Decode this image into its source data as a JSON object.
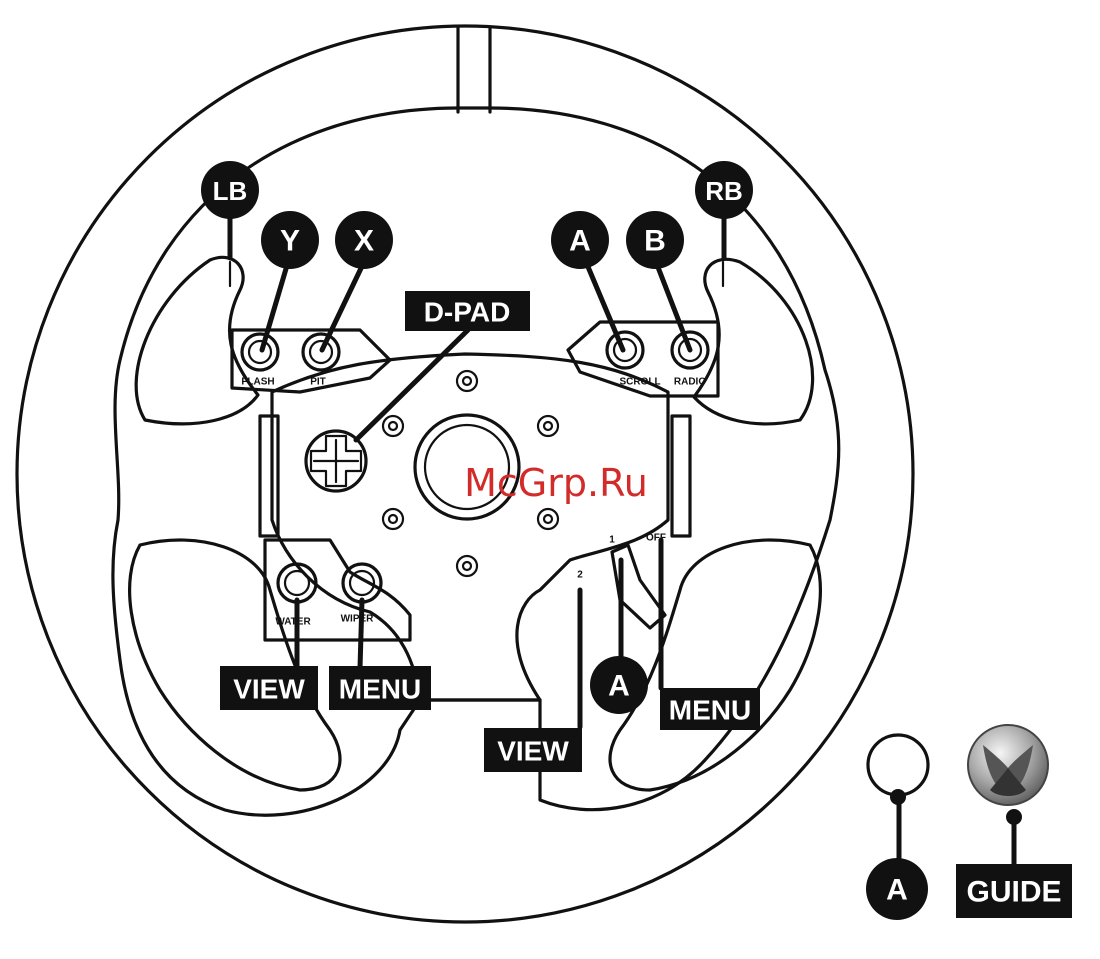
{
  "labels": {
    "lb": "LB",
    "rb": "RB",
    "y": "Y",
    "x": "X",
    "a_top": "A",
    "b": "B",
    "dpad": "D-PAD",
    "view_left": "VIEW",
    "menu_left": "MENU",
    "a_mid": "A",
    "menu_right": "MENU",
    "view_right": "VIEW",
    "a_bottom": "A",
    "guide": "GUIDE"
  },
  "button_captions": {
    "flash": "FLASH",
    "pit": "PIT",
    "scroll": "SCROLL",
    "radio": "RADIO",
    "water": "WATER",
    "wiper": "WIPER",
    "switch_1": "1",
    "switch_2": "2",
    "switch_off": "OFF"
  },
  "watermark": "McGrp.Ru",
  "colors": {
    "ink": "#111111",
    "watermark": "#d32a2a",
    "background": "#ffffff"
  }
}
